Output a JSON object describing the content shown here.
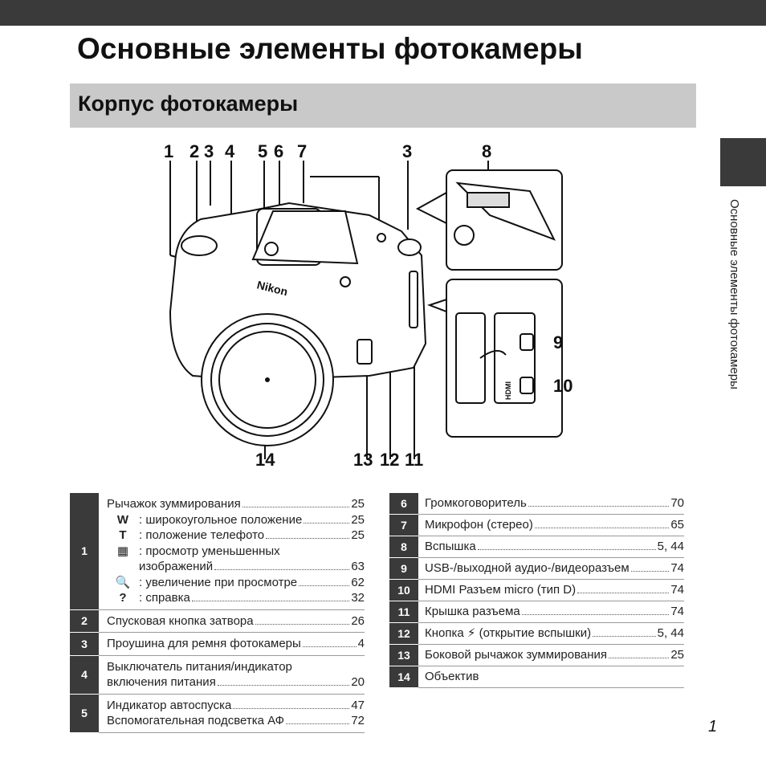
{
  "page": {
    "title": "Основные элементы фотокамеры",
    "section_title": "Корпус фотокамеры",
    "side_text": "Основные элементы фотокамеры",
    "page_number": "1"
  },
  "diagram": {
    "labels": [
      "1",
      "2",
      "3",
      "4",
      "5",
      "6",
      "7",
      "3",
      "8",
      "9",
      "10",
      "14",
      "13",
      "12",
      "11"
    ],
    "brand": "Nikon",
    "port_label": "HDMI"
  },
  "table_left": {
    "row1": {
      "num": "1",
      "main": {
        "label": "Рычажок зуммирования",
        "page": "25"
      },
      "subs": [
        {
          "symbol": "W",
          "label": ": широкоугольное положение",
          "page": "25"
        },
        {
          "symbol": "T",
          "label": ": положение телефото",
          "page": "25"
        },
        {
          "symbol": "▦",
          "label": ": просмотр уменьшенных",
          "page": ""
        },
        {
          "symbol": "",
          "label": "изображений",
          "page": "63"
        },
        {
          "symbol": "🔍",
          "label": ": увеличение при просмотре",
          "page": "62"
        },
        {
          "symbol": "?",
          "label": ": справка",
          "page": "32"
        }
      ]
    },
    "row2": {
      "num": "2",
      "label": "Спусковая кнопка затвора",
      "page": "26"
    },
    "row3": {
      "num": "3",
      "label": "Проушина для ремня фотокамеры",
      "page": "4"
    },
    "row4": {
      "num": "4",
      "line1": "Выключатель питания/индикатор",
      "label": "включения питания",
      "page": "20"
    },
    "row5": {
      "num": "5",
      "item1": {
        "label": "Индикатор автоспуска",
        "page": "47"
      },
      "item2": {
        "label": "Вспомогательная подсветка АФ",
        "page": "72"
      }
    }
  },
  "table_right": [
    {
      "num": "6",
      "label": "Громкоговоритель",
      "page": "70"
    },
    {
      "num": "7",
      "label": "Микрофон (стерео)",
      "page": "65"
    },
    {
      "num": "8",
      "label": "Вспышка",
      "page": "5, 44"
    },
    {
      "num": "9",
      "label": "USB-/выходной аудио-/видеоразъем",
      "page": "74"
    },
    {
      "num": "10",
      "label": "HDMI Разъем micro (тип D)",
      "page": "74"
    },
    {
      "num": "11",
      "label": "Крышка разъема",
      "page": "74"
    },
    {
      "num": "12",
      "label": "Кнопка ⚡ (открытие вспышки)",
      "page": "5, 44"
    },
    {
      "num": "13",
      "label": "Боковой рычажок зуммирования",
      "page": "25"
    },
    {
      "num": "14",
      "label": "Объектив",
      "page": ""
    }
  ]
}
